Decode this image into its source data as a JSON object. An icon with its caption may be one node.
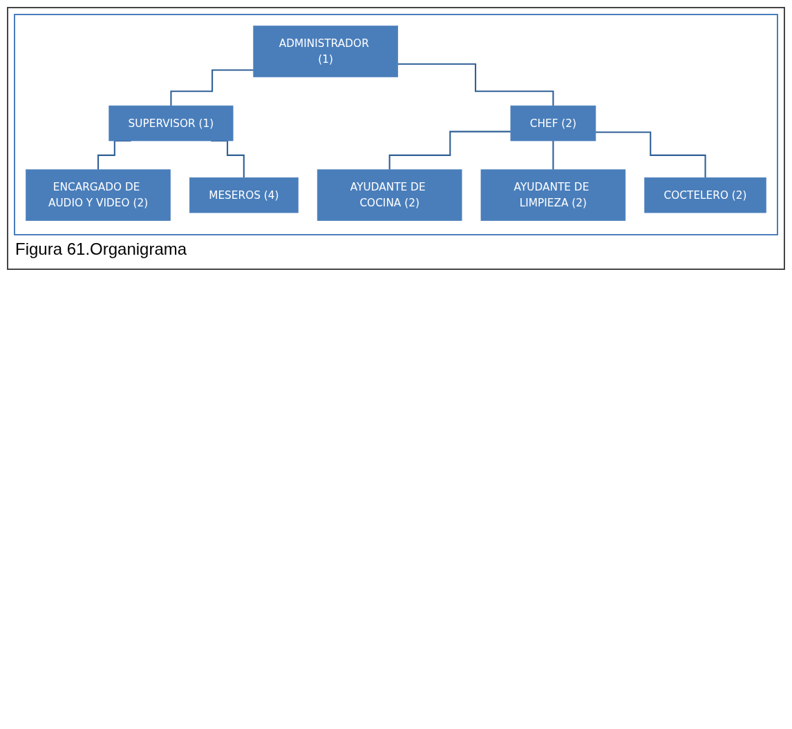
{
  "diagram": {
    "caption": "Figura 61.Organigrama",
    "nodes": [
      {
        "text": [
          "ADMINISTRADOR (1)"
        ]
      },
      {
        "text": [
          "SUPERVISOR (1)"
        ]
      },
      {
        "text": [
          "CHEF (2)"
        ]
      },
      {
        "text": [
          "ENCARGADO DE AUDIO Y VIDEO (2)"
        ]
      },
      {
        "text": [
          "MESEROS (4)"
        ]
      },
      {
        "text": [
          "AYUDANTE DE COCINA (2)"
        ]
      },
      {
        "text": [
          "AYUDANTE DE LIMPIEZA (2)"
        ]
      },
      {
        "text": [
          "COCTELERO (2)"
        ]
      }
    ],
    "edges": [
      {
        "from": 0,
        "to": 1,
        "arrow": "none"
      },
      {
        "from": 0,
        "to": 2,
        "arrow": "none"
      },
      {
        "from": 1,
        "to": 3,
        "arrow": "none"
      },
      {
        "from": 1,
        "to": 4,
        "arrow": "none"
      },
      {
        "from": 2,
        "to": 5,
        "arrow": "none"
      },
      {
        "from": 2,
        "to": 6,
        "arrow": "none"
      },
      {
        "from": 2,
        "to": 7,
        "arrow": "none"
      }
    ]
  }
}
